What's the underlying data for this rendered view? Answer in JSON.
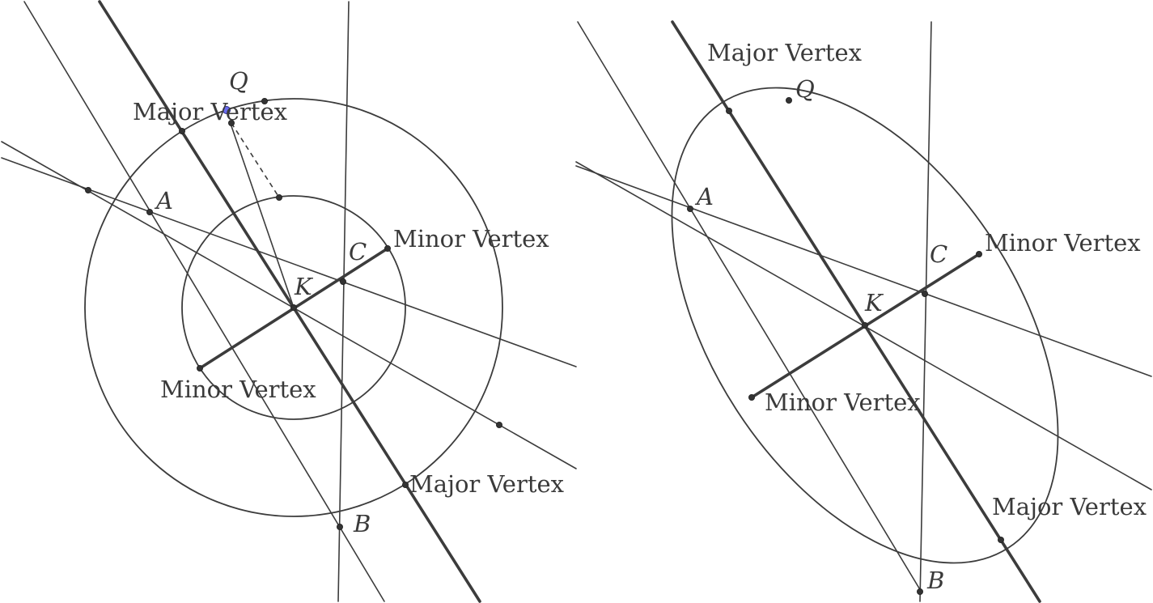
{
  "panels": [
    {
      "id": "left",
      "labels": {
        "q": "Q",
        "a": "A",
        "b": "B",
        "c": "C",
        "k": "K",
        "major_vertex_top": "Major Vertex",
        "major_vertex_bottom": "Major Vertex",
        "minor_vertex_right": "Minor Vertex",
        "minor_vertex_left": "Minor Vertex"
      }
    },
    {
      "id": "right",
      "labels": {
        "q": "Q",
        "a": "A",
        "b": "B",
        "c": "C",
        "k": "K",
        "major_vertex_top": "Major Vertex",
        "major_vertex_bottom": "Major Vertex",
        "minor_vertex_right": "Minor Vertex",
        "minor_vertex_left": "Minor Vertex"
      }
    }
  ],
  "colors": {
    "stroke": "#3c3c3c",
    "point": "#333333",
    "highlight_point": "#6a6cf0",
    "background": "#ffffff"
  }
}
